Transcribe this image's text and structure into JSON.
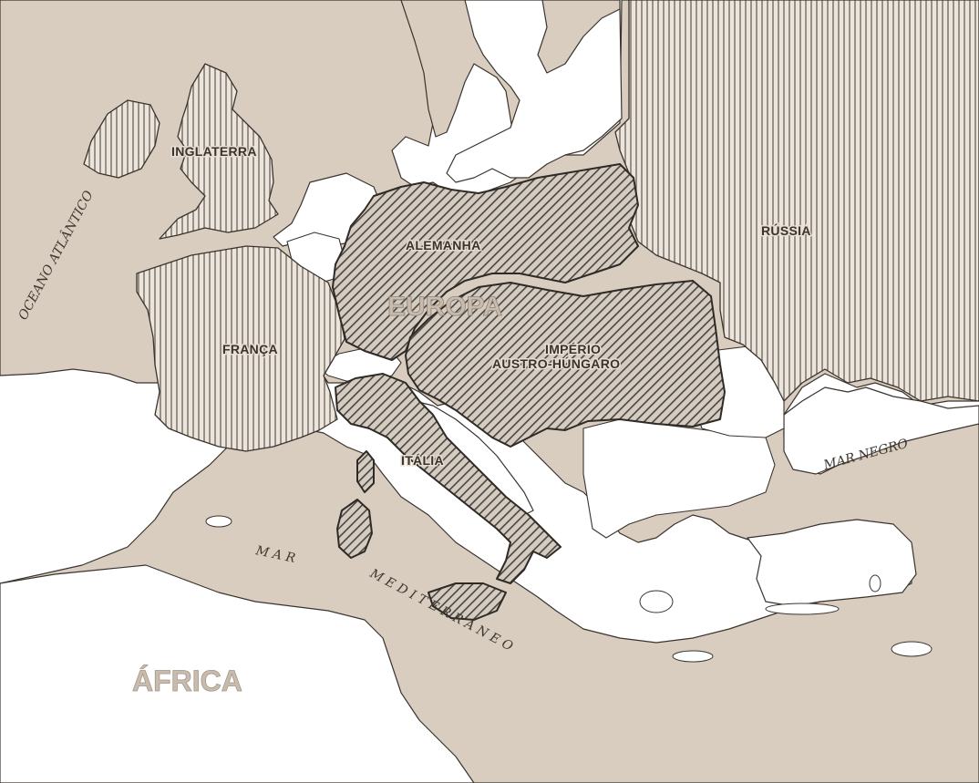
{
  "map": {
    "countries": {
      "inglaterra": "INGLATERRA",
      "alemanha": "ALEMANHA",
      "russia": "RÚSSIA",
      "franca": "FRANÇA",
      "imperio_line1": "IMPÉRIO",
      "imperio_line2": "AUSTRO-HÚNGARO",
      "italia": "ITÁLIA"
    },
    "regions": {
      "europa": "EUROPA",
      "africa": "ÁFRICA"
    },
    "water": {
      "oceano": "OCEANO ATLÂNTICO",
      "mar_negro": "MAR NEGRO",
      "mar": "M A R",
      "mediterraneo": "M E D I T E R R Â N E O"
    },
    "legend_colors": {
      "land": "#d9cdc0",
      "sea": "#ffffff",
      "coastline": "#3a342e",
      "triple_alliance_hatch": "#4a4541",
      "triple_entente_hatch": "#6b625a"
    }
  }
}
